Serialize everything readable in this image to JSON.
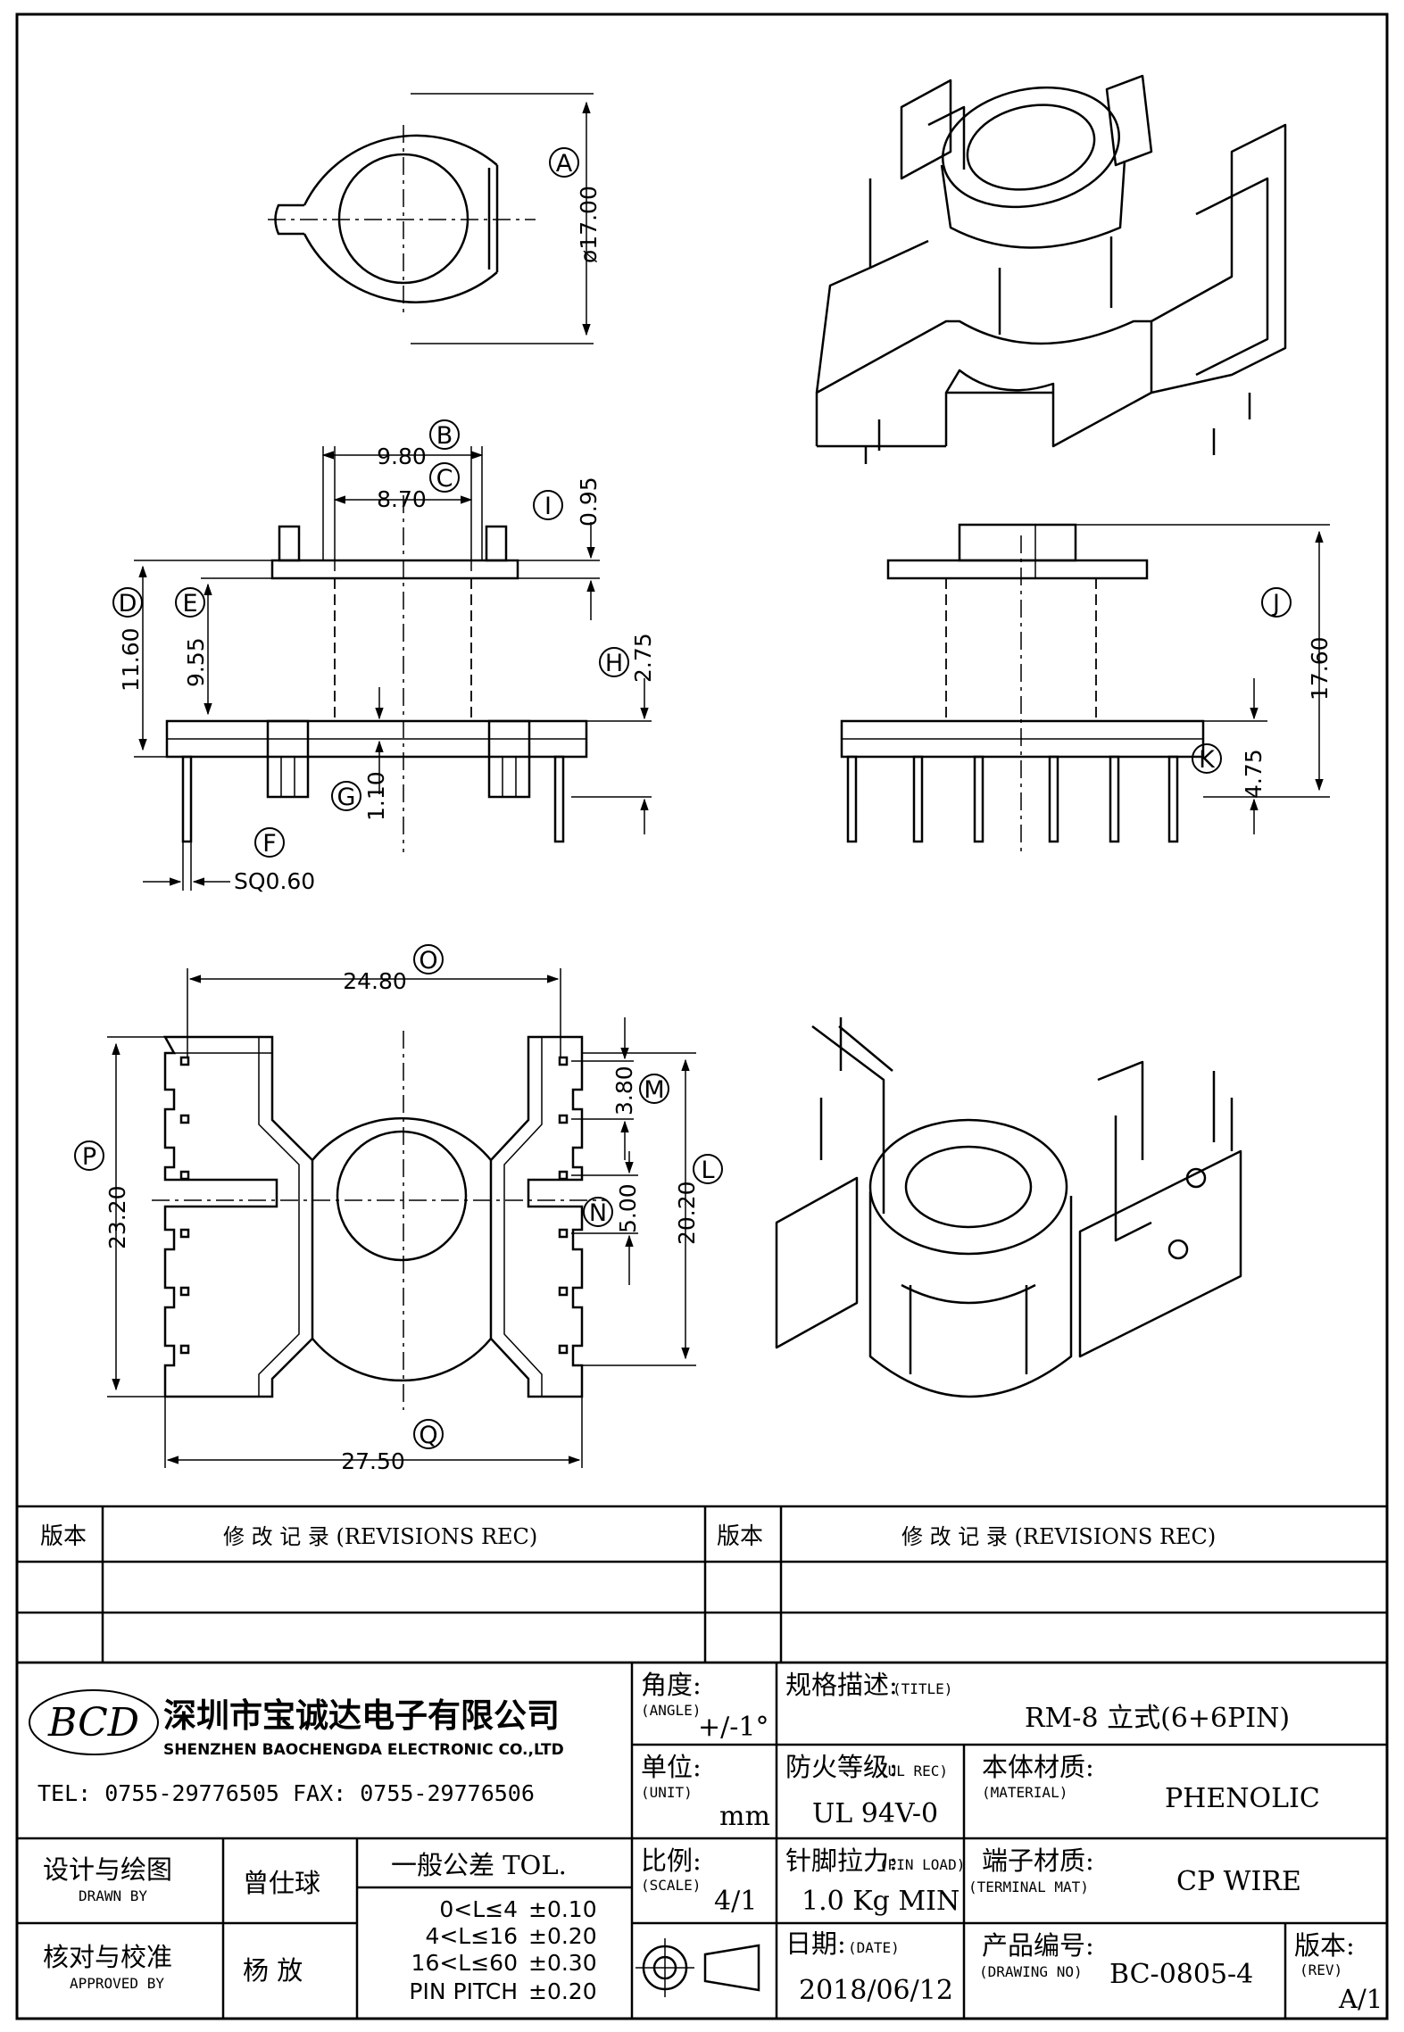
{
  "dims": {
    "A": {
      "letter": "A",
      "value": "ø17.00"
    },
    "B": {
      "letter": "B",
      "value": "9.80"
    },
    "C": {
      "letter": "C",
      "value": "8.70"
    },
    "D": {
      "letter": "D",
      "value": "11.60"
    },
    "E": {
      "letter": "E",
      "value": "9.55"
    },
    "F": {
      "letter": "F",
      "value": "SQ0.60"
    },
    "G": {
      "letter": "G",
      "value": "1.10"
    },
    "H": {
      "letter": "H",
      "value": "2.75"
    },
    "I": {
      "letter": "I",
      "value": "0.95"
    },
    "J": {
      "letter": "J",
      "value": "17.60"
    },
    "K": {
      "letter": "K",
      "value": "4.75"
    },
    "L": {
      "letter": "L",
      "value": "20.20"
    },
    "M": {
      "letter": "M",
      "value": "3.80"
    },
    "N": {
      "letter": "N",
      "value": "5.00"
    },
    "O": {
      "letter": "O",
      "value": "24.80"
    },
    "P": {
      "letter": "P",
      "value": "23.20"
    },
    "Q": {
      "letter": "Q",
      "value": "27.50"
    }
  },
  "revisions": {
    "ver_label": "版本",
    "rec_label": "修 改 记 录 (REVISIONS REC)"
  },
  "company": {
    "logo": "BCD",
    "name_cn": "深圳市宝诚达电子有限公司",
    "name_en": "SHENZHEN BAOCHENGDA ELECTRONIC CO.,LTD",
    "contact": "TEL: 0755-29776505  FAX: 0755-29776506"
  },
  "titleblock": {
    "angle_label": "角度:",
    "angle_sub": "(ANGLE)",
    "angle_value": "+/-1°",
    "title_label": "规格描述:",
    "title_sub": "(TITLE)",
    "title_value": "RM-8 立式(6+6PIN)",
    "unit_label": "单位:",
    "unit_sub": "(UNIT)",
    "unit_value": "mm",
    "ul_label": "防火等级:",
    "ul_sub": "(UL REC)",
    "ul_value": "UL 94V-0",
    "mat_label": "本体材质:",
    "mat_sub": "(MATERIAL)",
    "mat_value": "PHENOLIC",
    "drawn_label": "设计与绘图",
    "drawn_sub": "DRAWN BY",
    "drawn_value": "曾仕球",
    "tol_label": "一般公差 TOL.",
    "tol_rows": [
      {
        "range": "0<L≤4",
        "value": "±0.10"
      },
      {
        "range": "4<L≤16",
        "value": "±0.20"
      },
      {
        "range": "16<L≤60",
        "value": "±0.30"
      },
      {
        "range": "PIN PITCH",
        "value": "±0.20"
      }
    ],
    "scale_label": "比例:",
    "scale_sub": "(SCALE)",
    "scale_value": "4/1",
    "pin_label": "针脚拉力:",
    "pin_sub": "(PIN LOAD)",
    "pin_value": "1.0 Kg MIN",
    "term_label": "端子材质:",
    "term_sub": "(TERMINAL MAT)",
    "term_value": "CP WIRE",
    "approved_label": "核对与校准",
    "approved_sub": "APPROVED BY",
    "approved_value": "杨 放",
    "date_label": "日期:",
    "date_sub": "(DATE)",
    "date_value": "2018/06/12",
    "dwg_label": "产品编号:",
    "dwg_sub": "(DRAWING NO)",
    "dwg_value": "BC-0805-4",
    "rev_label": "版本:",
    "rev_sub": "(REV)",
    "rev_value": "A/1"
  },
  "icons": [
    "projection-symbol-icon",
    "logo-icon",
    "pin-icon"
  ]
}
